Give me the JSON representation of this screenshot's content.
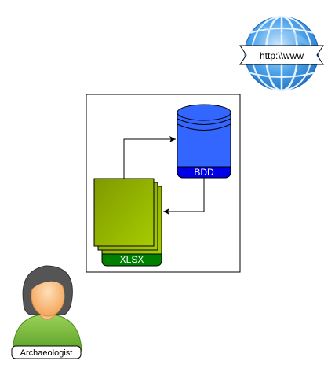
{
  "web": {
    "url_label": "http:\\\\www"
  },
  "database": {
    "label": "BDD",
    "color": "#3366ff",
    "label_band_color": "#0000e6"
  },
  "spreadsheet": {
    "label": "XLSX",
    "color_dark": "#7f9900",
    "color_light": "#a6cc00",
    "label_band_color": "#008000"
  },
  "user": {
    "label": "Archaeologist"
  }
}
